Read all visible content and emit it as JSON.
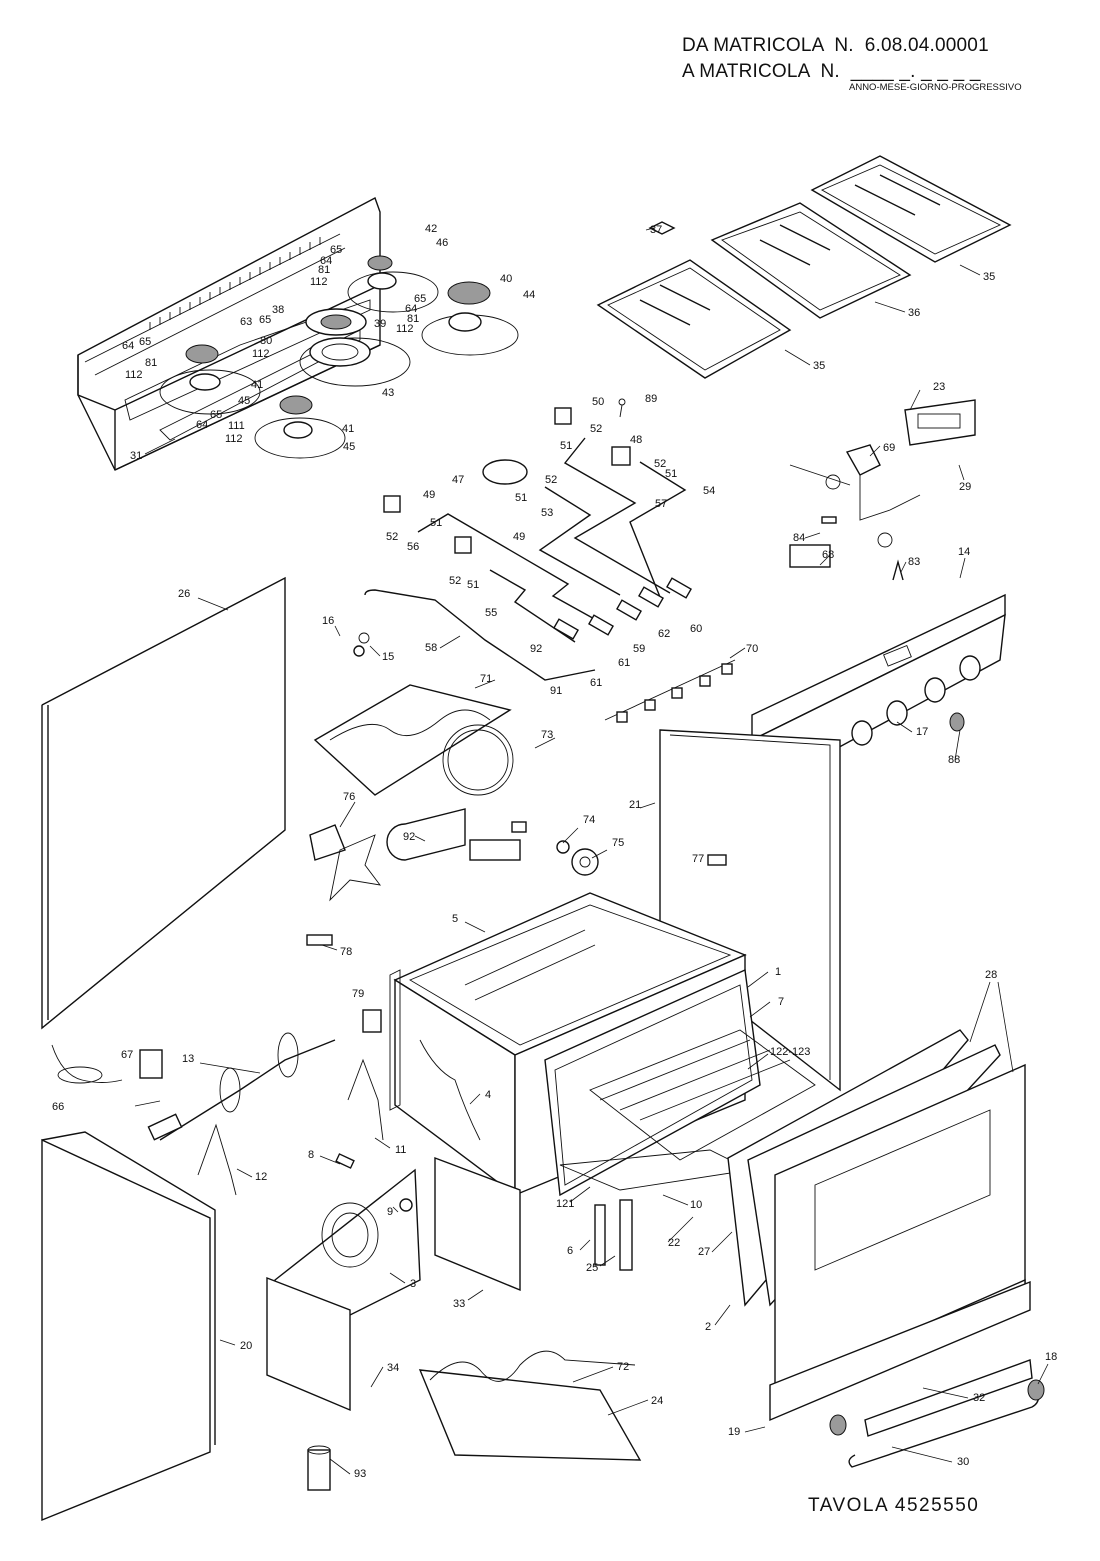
{
  "header": {
    "line1": "DA MATRICOLA  N.  6.08.04.00001",
    "line2": "A MATRICOLA  N.  ____ _. _ _ _ _",
    "line3": "ANNO-MESE-GIORNO-PROGRESSIVO"
  },
  "footer": {
    "table_label": "TAVOLA 4525550"
  },
  "parts": {
    "p1": "1",
    "p2": "2",
    "p3": "3",
    "p4": "4",
    "p5": "5",
    "p6": "6",
    "p7": "7",
    "p8": "8",
    "p9": "9",
    "p10": "10",
    "p11": "11",
    "p12": "12",
    "p13": "13",
    "p14": "14",
    "p15": "15",
    "p16": "16",
    "p17": "17",
    "p18": "18",
    "p19": "19",
    "p20": "20",
    "p21": "21",
    "p22": "22",
    "p23": "23",
    "p24": "24",
    "p25": "25",
    "p26": "26",
    "p27": "27",
    "p28": "28",
    "p29": "29",
    "p30": "30",
    "p31": "31",
    "p32": "32",
    "p33": "33",
    "p34": "34",
    "p35": "35",
    "p36": "36",
    "p37": "37",
    "p38": "38",
    "p39": "39",
    "p40": "40",
    "p41": "41",
    "p42": "42",
    "p43": "43",
    "p44": "44",
    "p45": "45",
    "p46": "46",
    "p47": "47",
    "p48": "48",
    "p49": "49",
    "p50": "50",
    "p51": "51",
    "p52": "52",
    "p53": "53",
    "p54": "54",
    "p55": "55",
    "p56": "56",
    "p57": "57",
    "p58": "58",
    "p59": "59",
    "p60": "60",
    "p61": "61",
    "p62": "62",
    "p63": "63",
    "p64": "64",
    "p65": "65",
    "p66": "66",
    "p67": "67",
    "p68": "68",
    "p69": "69",
    "p70": "70",
    "p71": "71",
    "p72": "72",
    "p73": "73",
    "p74": "74",
    "p75": "75",
    "p76": "76",
    "p77": "77",
    "p78": "78",
    "p79": "79",
    "p80": "80",
    "p81": "81",
    "p83": "83",
    "p84": "84",
    "p88": "88",
    "p89": "89",
    "p91": "91",
    "p92": "92",
    "p93": "93",
    "p111": "111",
    "p112": "112",
    "p121": "121",
    "p122_123": "122-123"
  }
}
